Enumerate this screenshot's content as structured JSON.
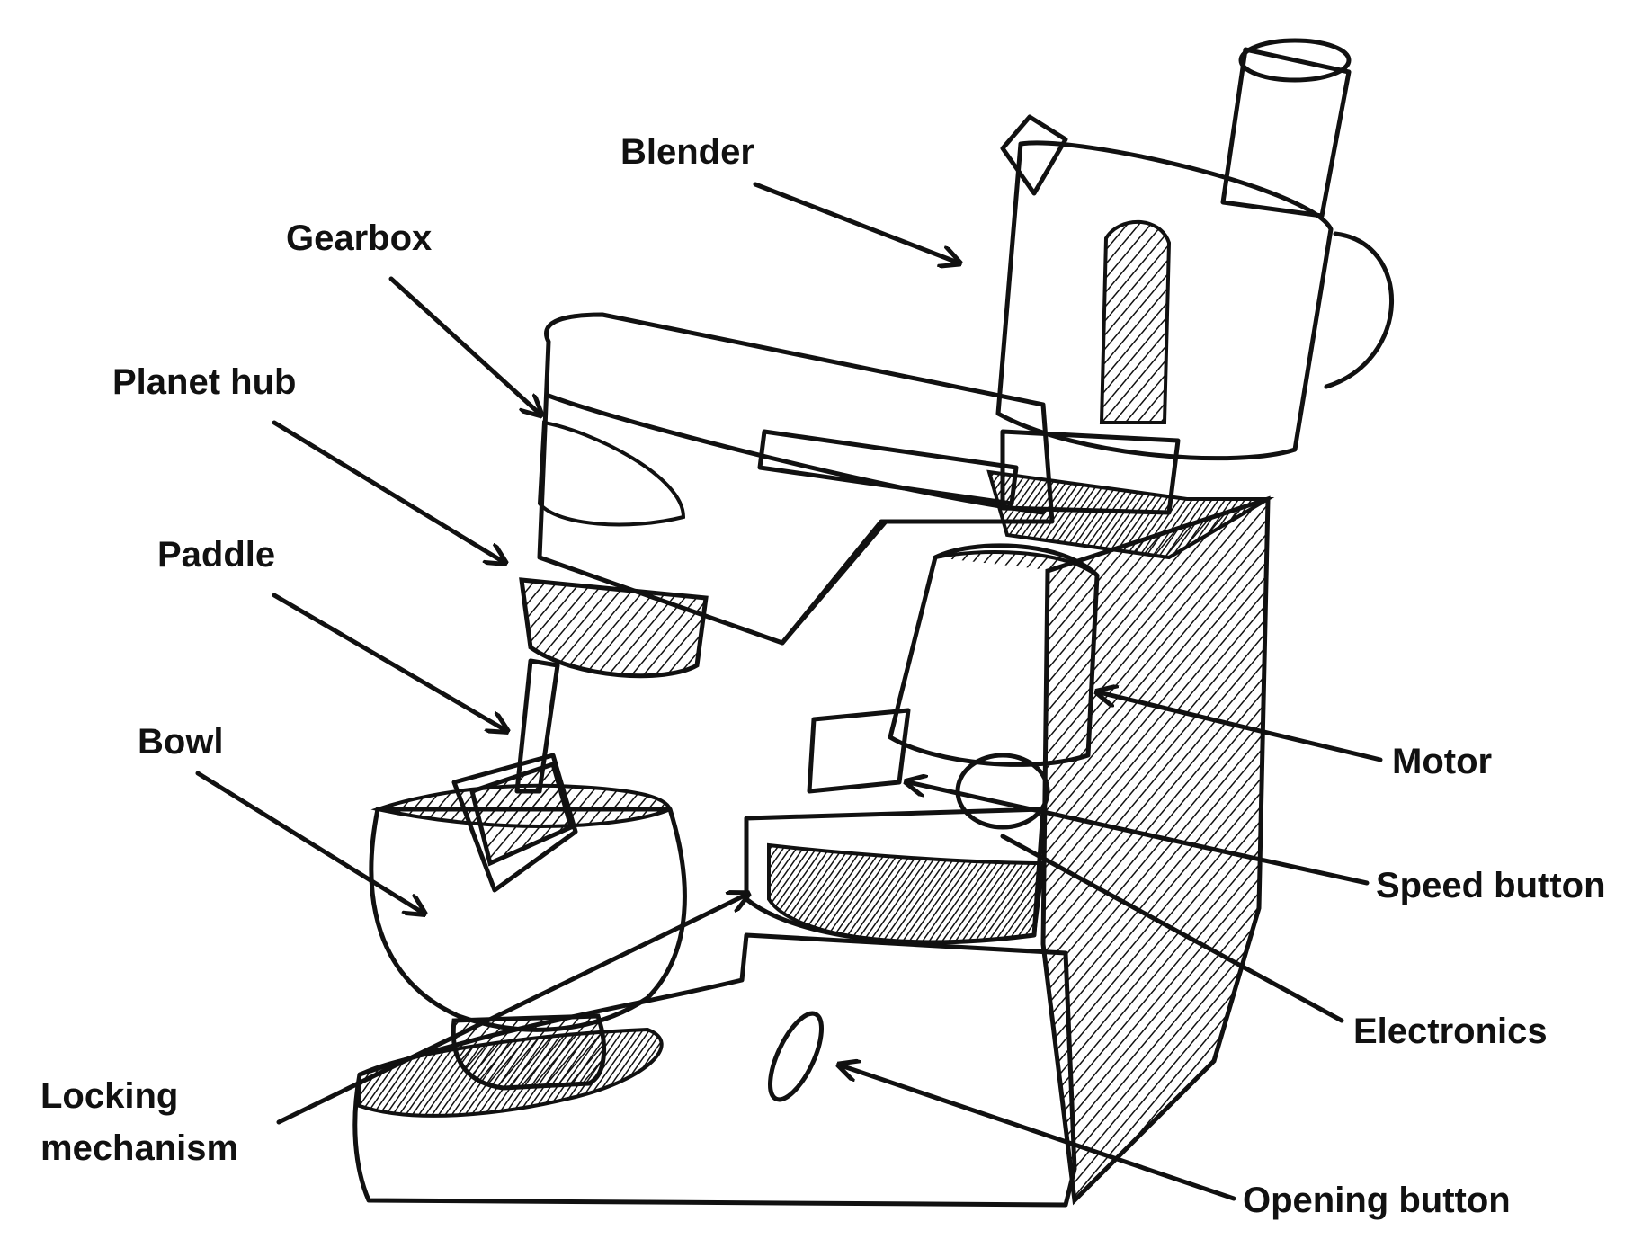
{
  "diagram": {
    "labels": {
      "blender": "Blender",
      "gearbox": "Gearbox",
      "planet_hub": "Planet hub",
      "paddle": "Paddle",
      "bowl": "Bowl",
      "locking_line1": "Locking",
      "locking_line2": "mechanism",
      "motor": "Motor",
      "speed_button": "Speed button",
      "electronics": "Electronics",
      "opening_button": "Opening button"
    },
    "colors": {
      "ink": "#111111",
      "background": "#ffffff"
    }
  }
}
